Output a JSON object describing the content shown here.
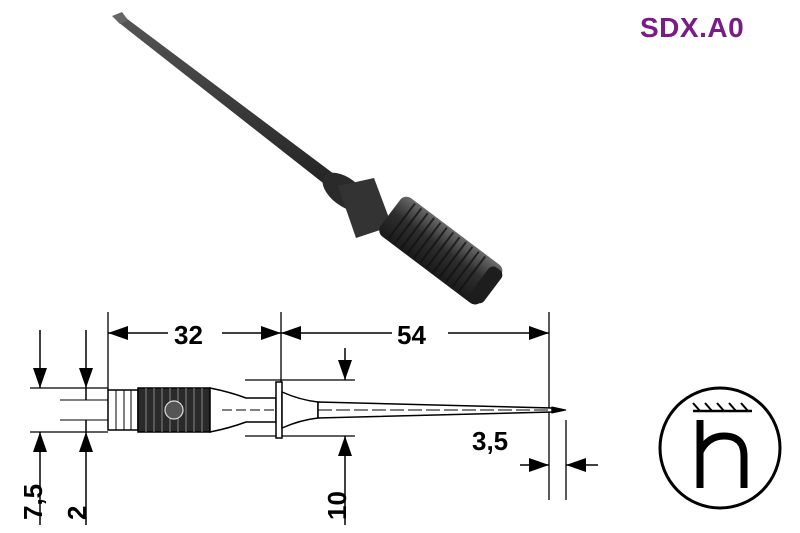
{
  "product_code": "SDX.A0",
  "dimensions": {
    "length_grip": "32",
    "length_tip": "54",
    "tip_offset": "3,5",
    "total_height": "7,5",
    "inner_height": "2",
    "collar_height": "10"
  },
  "colors": {
    "code": "#7a1c86",
    "probe_body": "#3a3a3a",
    "line": "#000000"
  },
  "symbol_icon": "h-symbol-icon"
}
